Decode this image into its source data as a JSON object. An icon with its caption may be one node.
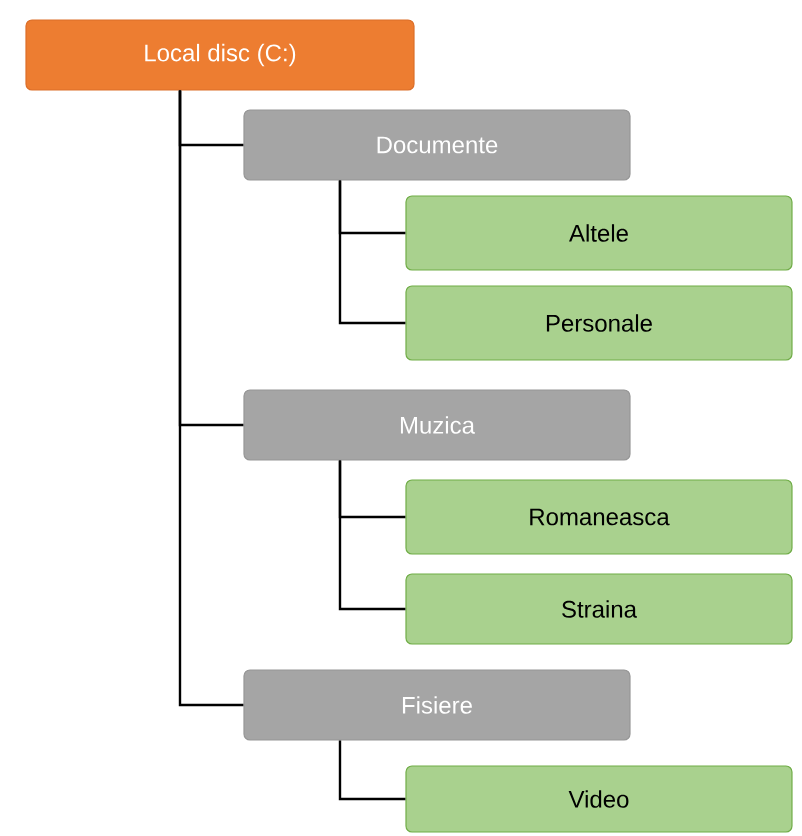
{
  "diagram": {
    "nodes": [
      {
        "text": [
          "Local disc (C:)"
        ]
      },
      {
        "text": [
          "Documente"
        ]
      },
      {
        "text": [
          "Altele"
        ]
      },
      {
        "text": [
          "Personale"
        ]
      },
      {
        "text": [
          "Muzica"
        ]
      },
      {
        "text": [
          "Romaneasca"
        ]
      },
      {
        "text": [
          "Straina"
        ]
      },
      {
        "text": [
          "Fisiere"
        ]
      },
      {
        "text": [
          "Video"
        ]
      }
    ],
    "edges": [
      {
        "from": 0,
        "to": 1,
        "arrow": "none"
      },
      {
        "from": 1,
        "to": 2,
        "arrow": "none"
      },
      {
        "from": 1,
        "to": 3,
        "arrow": "none"
      },
      {
        "from": 0,
        "to": 4,
        "arrow": "none"
      },
      {
        "from": 4,
        "to": 5,
        "arrow": "none"
      },
      {
        "from": 4,
        "to": 6,
        "arrow": "none"
      },
      {
        "from": 0,
        "to": 7,
        "arrow": "none"
      },
      {
        "from": 7,
        "to": 8,
        "arrow": "none"
      }
    ]
  }
}
